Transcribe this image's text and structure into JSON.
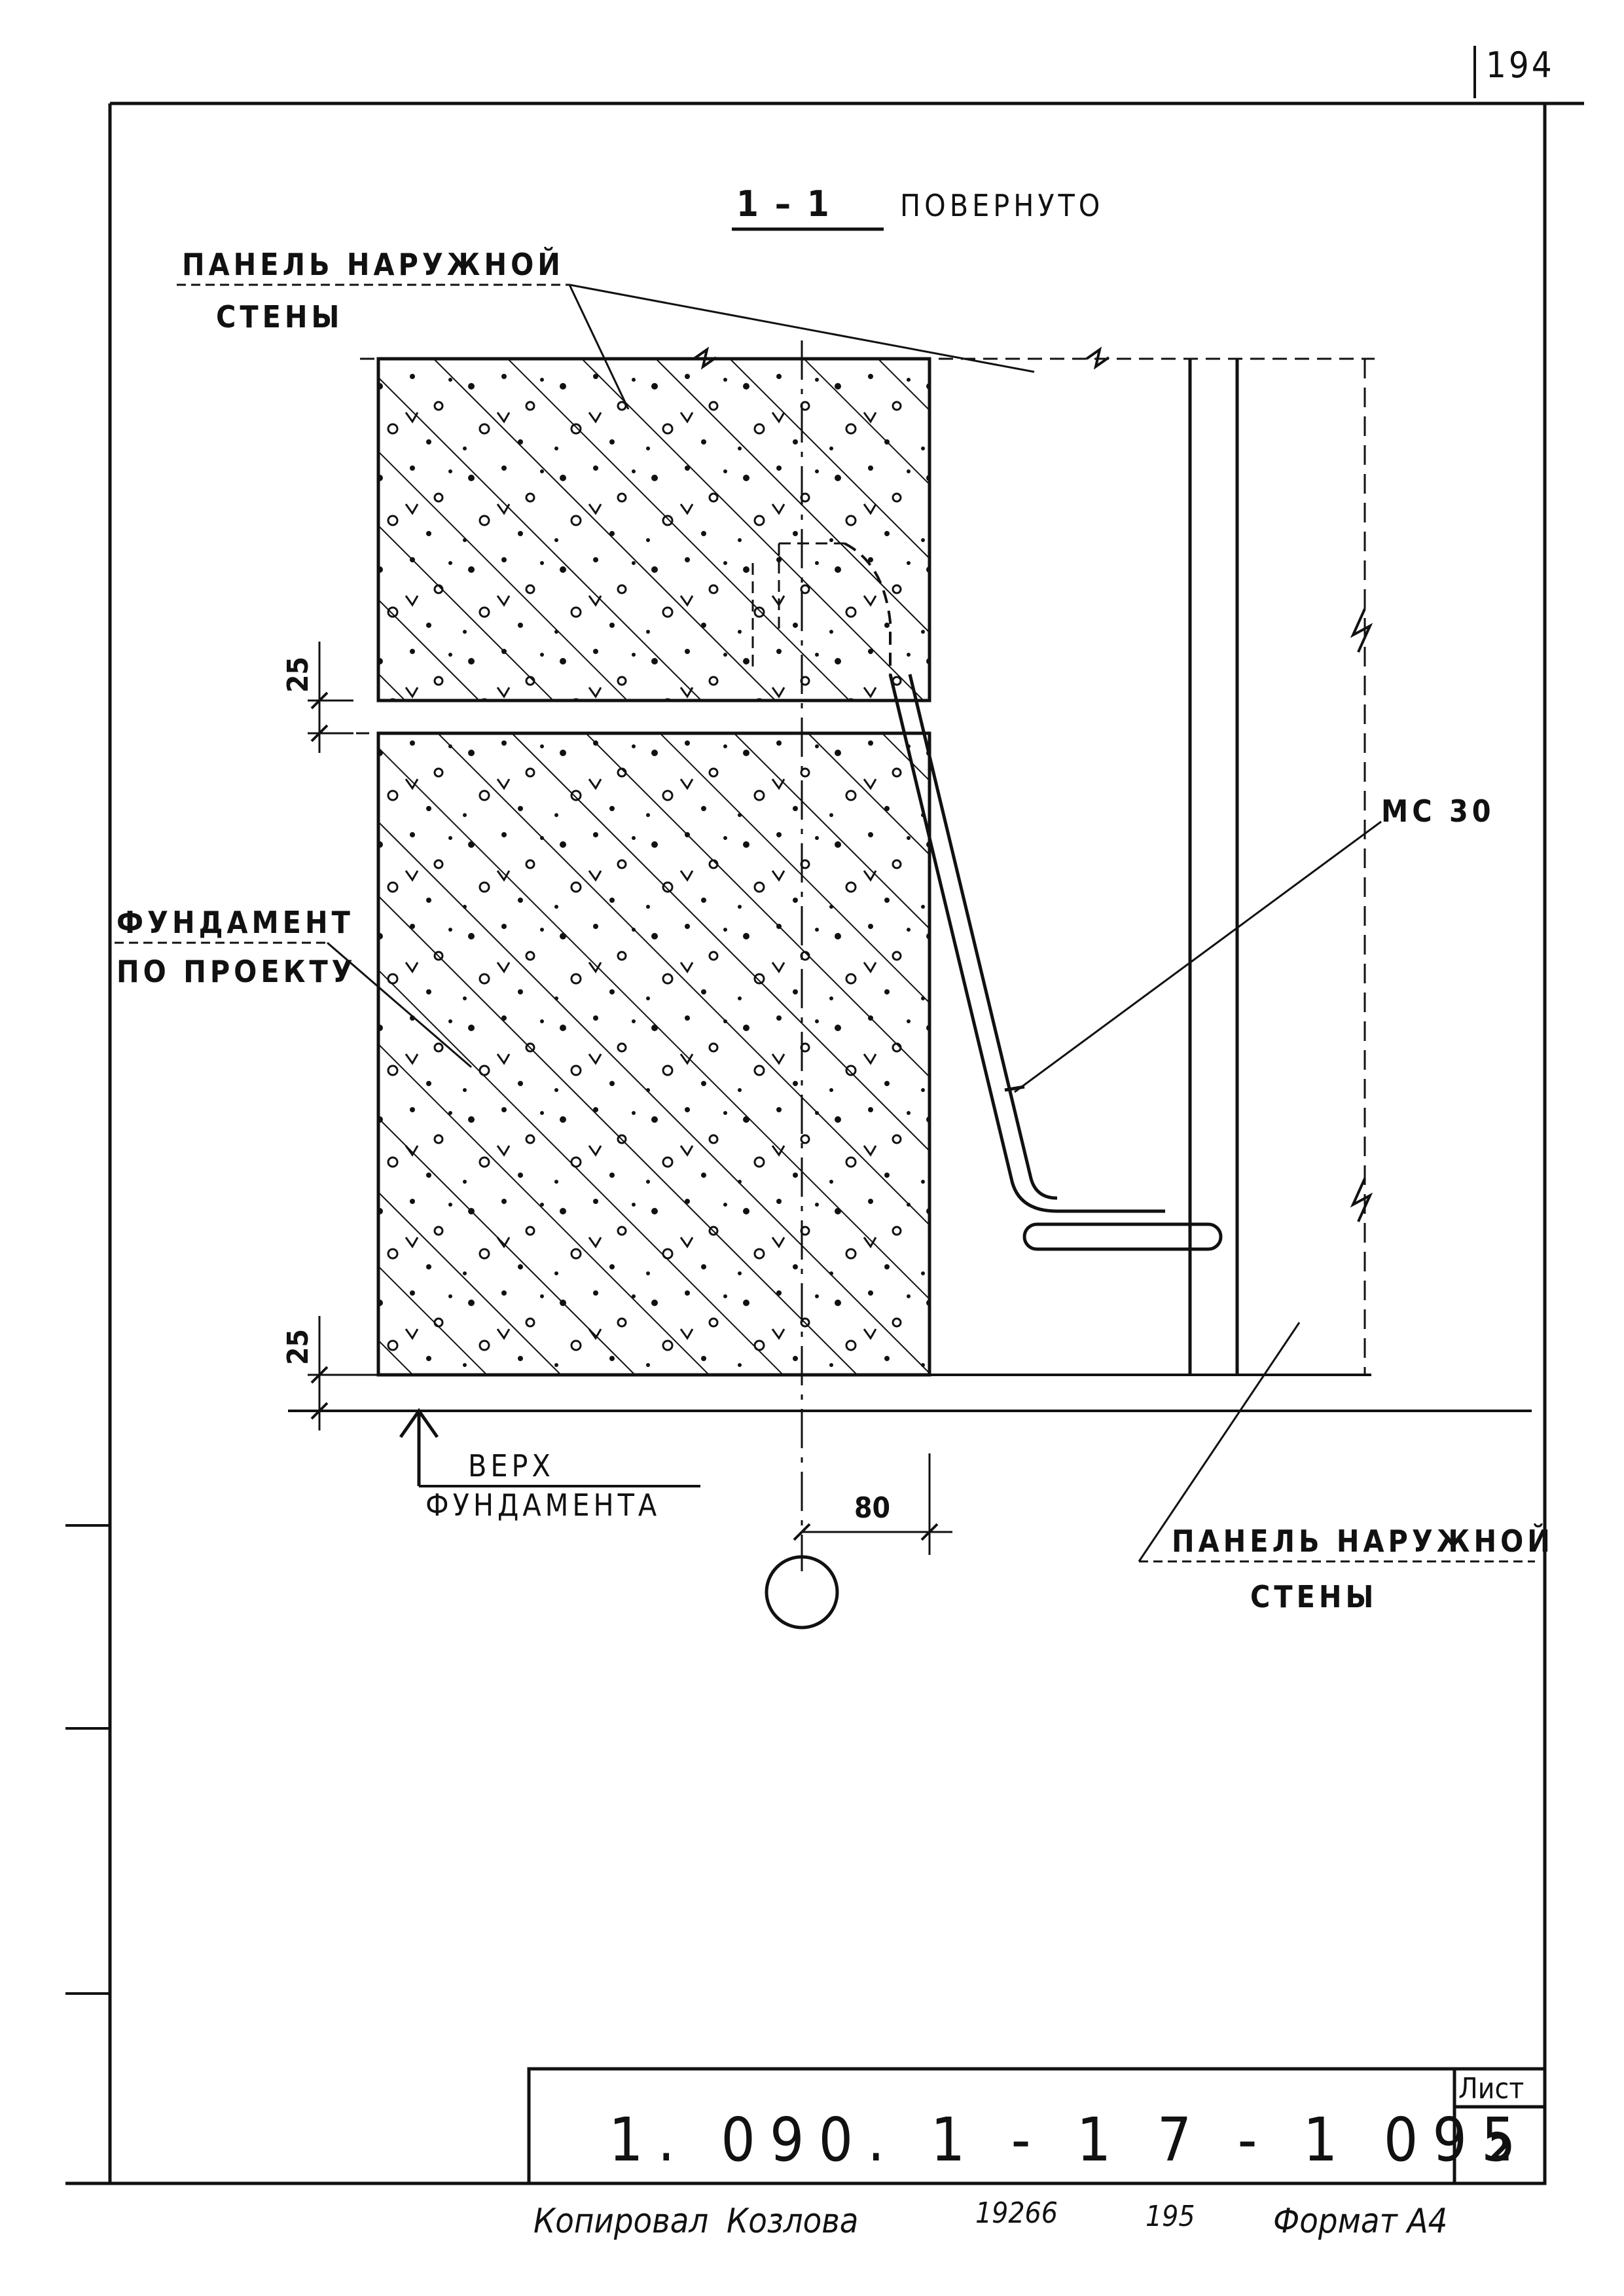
{
  "page_number": "194",
  "section": {
    "mark": "1 – 1",
    "suffix": "ПОВЕРНУТО"
  },
  "labels": {
    "panel_top_line1": "ПАНЕЛЬ НАРУЖНОЙ",
    "panel_top_line2": "СТЕНЫ",
    "foundation_line1": "ФУНДАМЕНТ",
    "foundation_line2": "ПО ПРОЕКТУ",
    "anchor": "МС 30",
    "top_of_foundation_line1": "ВЕРХ",
    "top_of_foundation_line2": "ФУНДАМЕНТА",
    "panel_bottom_line1": "ПАНЕЛЬ НАРУЖНОЙ",
    "panel_bottom_line2": "СТЕНЫ"
  },
  "dimensions": {
    "joint_gap": "25",
    "bottom_gap": "25",
    "offset": "80"
  },
  "title_block": {
    "code": "1. 090. 1 - 1  7 - 1   095",
    "sheet_label": "Лист",
    "sheet_number": "2"
  },
  "footer": {
    "copied": "Копировал",
    "name": "Козлова",
    "number": "19266",
    "page": "195",
    "format": "Формат А4"
  }
}
